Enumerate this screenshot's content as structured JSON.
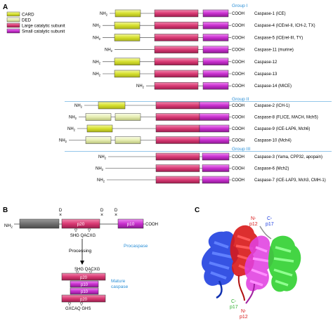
{
  "panel_a": {
    "label": "A",
    "legend": [
      {
        "label": "CARD",
        "color": "#d8e23a"
      },
      {
        "label": "DED",
        "color": "#e9f0b8"
      },
      {
        "label": "Large catalytic subunit",
        "color": "#d93a73"
      },
      {
        "label": "Small catalytic subunit",
        "color": "#c92fcf"
      }
    ],
    "groups": [
      {
        "title": "Group I",
        "rows": [
          {
            "n_label": "NH",
            "c_label": "COOH",
            "name": "Caspase-1 (ICE)",
            "domains": [
              "CARD"
            ]
          },
          {
            "n_label": "NH",
            "c_label": "COOH",
            "name": "Caspase-4 (ICErel-II, ICH-2, TX)",
            "domains": [
              "CARD"
            ]
          },
          {
            "n_label": "NH",
            "c_label": "COOH",
            "name": "Caspase-5 (ICErel-III, TY)",
            "domains": [
              "CARD"
            ]
          },
          {
            "n_label": "NH",
            "c_label": "COOH",
            "name": "Caspase-11 (murine)",
            "domains": []
          },
          {
            "n_label": "NH",
            "c_label": "COOH",
            "name": "Caspase-12",
            "domains": [
              "CARD"
            ]
          },
          {
            "n_label": "NH",
            "c_label": "COOH",
            "name": "Caspase-13",
            "domains": [
              "CARD"
            ]
          },
          {
            "n_label": "NH",
            "c_label": "COOH",
            "name": "Caspase-14 (MICE)",
            "domains": []
          }
        ]
      },
      {
        "title": "Group II",
        "rows": [
          {
            "n_label": "NH",
            "c_label": "COOH",
            "name": "Caspase-2 (ICH-1)",
            "domains": [
              "CARD"
            ]
          },
          {
            "n_label": "NH",
            "c_label": "COOH",
            "name": "Caspase-8 (FLICE, MACH, Mch5)",
            "domains": [
              "DED",
              "DED"
            ]
          },
          {
            "n_label": "NH",
            "c_label": "COOH",
            "name": "Caspase-9 (ICE-LAP6, Mch6)",
            "domains": [
              "CARD"
            ]
          },
          {
            "n_label": "NH",
            "c_label": "COOH",
            "name": "Caspase-10 (Mch4)",
            "domains": [
              "DED",
              "DED"
            ]
          }
        ]
      },
      {
        "title": "Group III",
        "rows": [
          {
            "n_label": "NH",
            "c_label": "COOH",
            "name": "Caspase-3 (Yama, CPP32, apopain)",
            "domains": []
          },
          {
            "n_label": "NH",
            "c_label": "COOH",
            "name": "Caspase-6 (Mch2)",
            "domains": []
          },
          {
            "n_label": "NH",
            "c_label": "COOH",
            "name": "Caspase-7 (ICE-LAP3, Mch3, CMH-1)",
            "domains": []
          }
        ]
      }
    ],
    "subscript_2": "2"
  },
  "panel_b": {
    "label": "B",
    "nh2": "NH",
    "sub2": "2",
    "cooh": "COOH",
    "p20": "p20",
    "p10": "p10",
    "d_mark": "D",
    "x_mark": "×",
    "motif_top": "SHG QACXG",
    "processing": "Processing",
    "procaspase": "Procaspase",
    "motif_mid": "SHG QACXG",
    "mature_line1": "Mature",
    "mature_line2": "caspase",
    "motif_bottom": "GXCAQ GHS",
    "colors": {
      "prodomain": "#707070",
      "subunit": "#d93a73",
      "blue_text": "#2b8fd6"
    }
  },
  "panel_c": {
    "label": "C",
    "labels": {
      "n_p12_top": "N-",
      "n_p12_top_2": "p12",
      "c_p17_top": "C-",
      "c_p17_top_2": "p17",
      "c_p17_bottom": "C-",
      "c_p17_bottom_2": "p17",
      "n_p12_bottom": "N-",
      "n_p12_bottom_2": "p12"
    },
    "colors": {
      "blue": "#2040e0",
      "red": "#d81818",
      "magenta": "#e040e0",
      "green": "#30d030"
    }
  }
}
